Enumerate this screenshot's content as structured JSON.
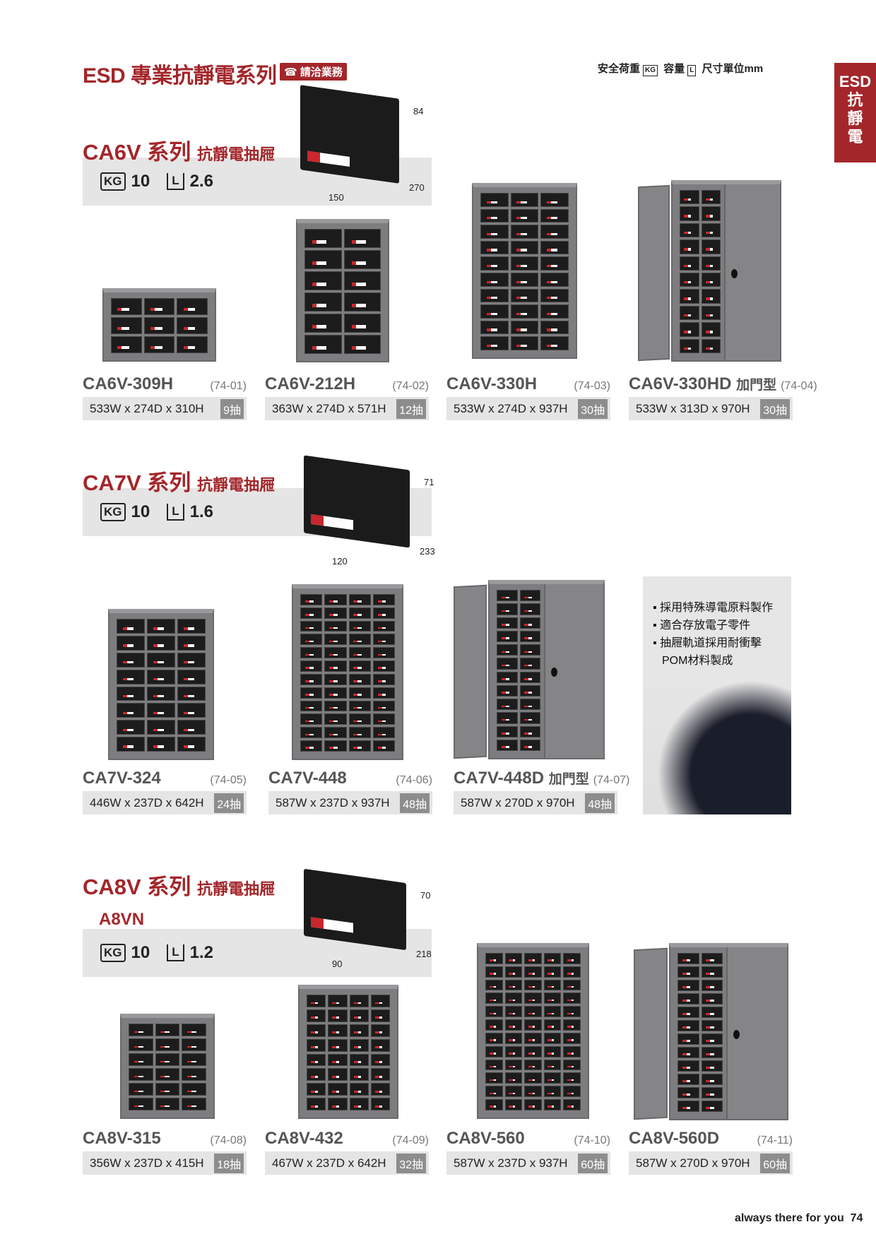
{
  "header": {
    "title": "ESD 專業抗靜電系列",
    "contact_badge": "☎ 請洽業務",
    "legend_load": "安全荷重",
    "legend_kg": "KG",
    "legend_capacity": "容量",
    "legend_l": "L",
    "legend_unit": "尺寸單位mm"
  },
  "side_tab": {
    "line1": "ESD",
    "line2": "抗",
    "line3": "靜",
    "line4": "電"
  },
  "series": [
    {
      "title": "CA6V 系列",
      "subtitle": "抗靜電抽屜",
      "model": "",
      "load": "10",
      "capacity": "2.6",
      "dims": {
        "h": "84",
        "d": "270",
        "w": "150"
      }
    },
    {
      "title": "CA7V 系列",
      "subtitle": "抗靜電抽屜",
      "model": "",
      "load": "10",
      "capacity": "1.6",
      "dims": {
        "h": "71",
        "d": "233",
        "w": "120"
      }
    },
    {
      "title": "CA8V 系列",
      "subtitle": "抗靜電抽屜",
      "model": "A8VN",
      "load": "10",
      "capacity": "1.2",
      "dims": {
        "h": "70",
        "d": "218",
        "w": "90"
      }
    }
  ],
  "products": [
    {
      "name": "CA6V-309H",
      "suffix": "",
      "code": "(74-01)",
      "size": "533W x 274D x 310H",
      "drawers": "9抽"
    },
    {
      "name": "CA6V-212H",
      "suffix": "",
      "code": "(74-02)",
      "size": "363W x 274D x 571H",
      "drawers": "12抽"
    },
    {
      "name": "CA6V-330H",
      "suffix": "",
      "code": "(74-03)",
      "size": "533W x 274D x 937H",
      "drawers": "30抽"
    },
    {
      "name": "CA6V-330HD",
      "suffix": "加門型",
      "code": "(74-04)",
      "size": "533W x 313D x 970H",
      "drawers": "30抽"
    },
    {
      "name": "CA7V-324",
      "suffix": "",
      "code": "(74-05)",
      "size": "446W x 237D x 642H",
      "drawers": "24抽"
    },
    {
      "name": "CA7V-448",
      "suffix": "",
      "code": "(74-06)",
      "size": "587W x 237D x 937H",
      "drawers": "48抽"
    },
    {
      "name": "CA7V-448D",
      "suffix": "加門型",
      "code": "(74-07)",
      "size": "587W x 270D x 970H",
      "drawers": "48抽"
    },
    {
      "name": "CA8V-315",
      "suffix": "",
      "code": "(74-08)",
      "size": "356W x 237D x 415H",
      "drawers": "18抽"
    },
    {
      "name": "CA8V-432",
      "suffix": "",
      "code": "(74-09)",
      "size": "467W x 237D x 642H",
      "drawers": "32抽"
    },
    {
      "name": "CA8V-560",
      "suffix": "",
      "code": "(74-10)",
      "size": "587W x 237D x 937H",
      "drawers": "60抽"
    },
    {
      "name": "CA8V-560D",
      "suffix": "",
      "code": "(74-11)",
      "size": "587W x 270D x 970H",
      "drawers": "60抽"
    }
  ],
  "features": [
    "▪ 採用特殊導電原料製作",
    "▪ 適合存放電子零件",
    "▪ 抽屜軌道採用耐衝擊",
    "POM材料製成"
  ],
  "footer": {
    "slogan": "always there for you",
    "page": "74"
  },
  "colors": {
    "accent": "#a3262a",
    "band": "#e5e5e5",
    "badge": "#8d8d8d"
  }
}
